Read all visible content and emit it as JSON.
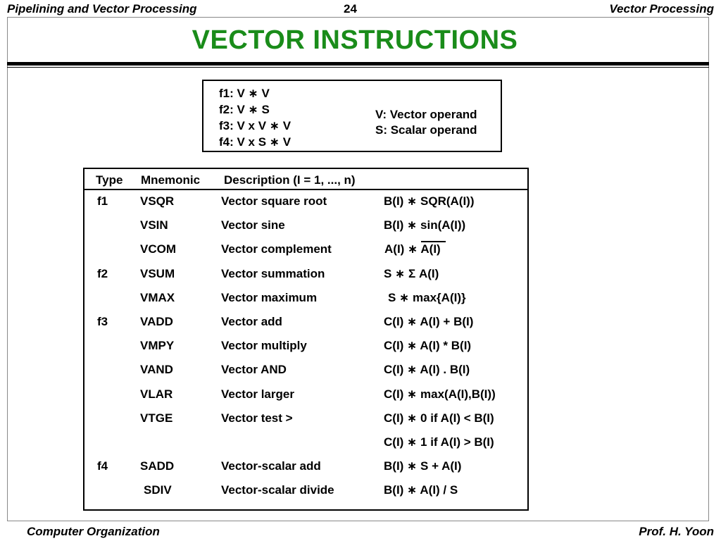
{
  "header": {
    "left": "Pipelining and Vector Processing",
    "page_number": "24",
    "right": "Vector Processing"
  },
  "title": "VECTOR  INSTRUCTIONS",
  "formats": {
    "lines": [
      "f1: V ∗ V",
      "f2: V ∗ S",
      "f3: V x V ∗ V",
      "f4: V x S ∗ V"
    ],
    "legend": [
      "V: Vector operand",
      "S: Scalar operand"
    ]
  },
  "table": {
    "headers": [
      "Type",
      "Mnemonic",
      "Description (I = 1, ..., n)"
    ],
    "rows": [
      {
        "type": "f1",
        "mnemonic": "VSQR",
        "description": "Vector square root",
        "operation": "B(I) ∗  SQR(A(I))"
      },
      {
        "type": "",
        "mnemonic": "VSIN",
        "description": "Vector sine",
        "operation": "B(I) ∗ sin(A(I))"
      },
      {
        "type": "",
        "mnemonic": "VCOM",
        "description": "Vector complement",
        "operation": "A(I) ∗ A(I)"
      },
      {
        "type": "f2",
        "mnemonic": "VSUM",
        "description": "Vector summation",
        "operation": "S ∗ Σ A(I)"
      },
      {
        "type": "",
        "mnemonic": "VMAX",
        "description": "Vector maximum",
        "operation": "S ∗ max{A(I)}"
      },
      {
        "type": "f3",
        "mnemonic": "VADD",
        "description": "Vector add",
        "operation": "C(I) ∗ A(I) + B(I)"
      },
      {
        "type": "",
        "mnemonic": "VMPY",
        "description": "Vector multiply",
        "operation": "C(I) ∗ A(I) * B(I)"
      },
      {
        "type": "",
        "mnemonic": "VAND",
        "description": "Vector AND",
        "operation": "C(I) ∗ A(I) . B(I)"
      },
      {
        "type": "",
        "mnemonic": "VLAR",
        "description": "Vector larger",
        "operation": "C(I) ∗ max(A(I),B(I))"
      },
      {
        "type": "",
        "mnemonic": "VTGE",
        "description": "Vector test >",
        "operation": "C(I) ∗ 0 if A(I) < B(I)"
      },
      {
        "type": "",
        "mnemonic": "",
        "description": "",
        "operation": "C(I) ∗ 1 if A(I) > B(I)"
      },
      {
        "type": "f4",
        "mnemonic": "SADD",
        "description": "Vector-scalar add",
        "operation": "B(I) ∗ S + A(I)"
      },
      {
        "type": "",
        "mnemonic": "SDIV",
        "description": "Vector-scalar divide",
        "operation": "B(I) ∗ A(I) / S"
      }
    ]
  },
  "footer": {
    "left": "Computer Organization",
    "right": "Prof.  H. Yoon"
  },
  "colors": {
    "title": "#1a8c1a",
    "text": "#000000",
    "background": "#ffffff"
  }
}
